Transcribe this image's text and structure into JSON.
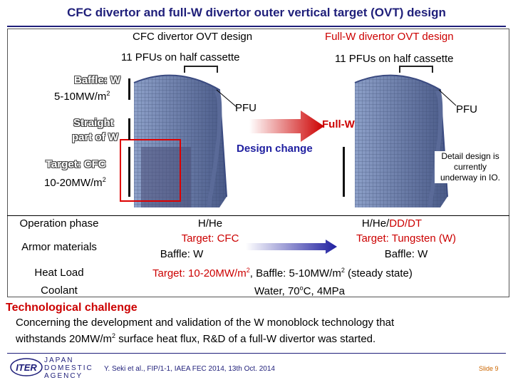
{
  "title": "CFC divertor and full-W divertor outer vertical target (OVT) design",
  "left_design": {
    "header": "CFC divertor OVT design",
    "pfu_count": "11 PFUs on half cassette",
    "baffle_label": "Baffle: W",
    "baffle_load": "5-10MW/m",
    "baffle_load_sup": "2",
    "straight_label_1": "Straight",
    "straight_label_2": "part of W",
    "target_label": "Target: CFC",
    "target_load": "10-20MW/m",
    "target_load_sup": "2",
    "pfu_label": "PFU"
  },
  "right_design": {
    "header": "Full-W divertor OVT design",
    "pfu_count": "11 PFUs on half cassette",
    "pfu_label": "PFU",
    "fullw_label": "Full-W",
    "detail_note": "Detail design is currently underway in IO."
  },
  "design_change": "Design change",
  "table": {
    "operation_phase": {
      "label": "Operation phase",
      "cfc": "H/He",
      "w_prefix": "H/He/",
      "w_highlight": "DD/DT"
    },
    "armor_materials": {
      "label": "Armor materials",
      "cfc_target": "Target: CFC",
      "cfc_baffle": "Baffle: W",
      "w_target": "Target: Tungsten (W)",
      "w_baffle": "Baffle: W"
    },
    "heat_load": {
      "label": "Heat Load",
      "part1": "Target: 10-20MW/m",
      "sup1": "2",
      "part2": ", Baffle: 5-10MW/m",
      "sup2": "2",
      "part3": " (steady state)"
    },
    "coolant": {
      "label": "Coolant",
      "pre": "Water, 70",
      "sup": "o",
      "post": "C, 4MPa"
    }
  },
  "challenge": {
    "heading": "Technological challenge",
    "line1": "Concerning the development and validation of the W monoblock technology that",
    "line2a": "withstands 20MW/m",
    "line2_sup": "2",
    "line2b": " surface heat flux, R&D of a full-W divertor was started."
  },
  "footer": {
    "logo_text": "ITER",
    "agency_1": "JAPAN",
    "agency_2": "DOMESTIC",
    "agency_3": "AGENCY",
    "citation": "Y. Seki et al., FIP/1-1, IAEA FEC 2014, 13th Oct. 2014",
    "slide": "Slide 9"
  },
  "colors": {
    "title": "#1f1f7a",
    "red": "#cc0000",
    "blue": "#1f1fa0",
    "target_box": "#dd0000"
  }
}
